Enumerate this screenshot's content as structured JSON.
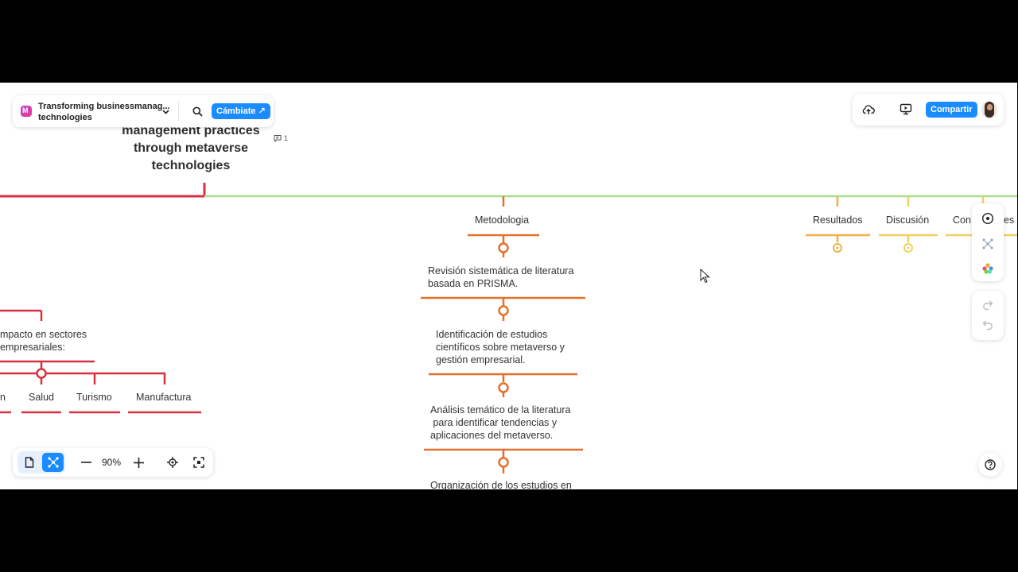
{
  "document": {
    "title_line1": "Transforming businessmanag...",
    "title_line2": "technologies",
    "upgrade_label": "Cámbiate ↗"
  },
  "header": {
    "share_label": "Compartir"
  },
  "map": {
    "root_title_line1": "management practices",
    "root_title_line2": "through metaverse",
    "root_title_line3": "technologies",
    "comment_count": "1",
    "branches": {
      "metodologia": "Metodologia",
      "resultados": "Resultados",
      "discusion": "Discusión",
      "conclusiones_start": "Con",
      "conclusiones_end": "es"
    },
    "metodologia_steps": [
      {
        "line1": "Revisión sistemática de literatura",
        "line2": "basada en PRISMA."
      },
      {
        "line1": "Identificación de estudios",
        "line2": "científicos sobre metaverso y",
        "line3": "gestión empresarial."
      },
      {
        "line1": "Análisis temático de la literatura",
        "line2": " para identificar tendencias y",
        "line3": "aplicaciones del metaverso."
      },
      {
        "line1": "Organización de los estudios en"
      }
    ],
    "impacto": {
      "line1": "mpacto en sectores",
      "line2": "empresariales:",
      "sectors": [
        "n",
        "Salud",
        "Turismo",
        "Manufactura"
      ]
    }
  },
  "zoom": {
    "level": "90%"
  },
  "colors": {
    "red": "#d9303e",
    "orange": "#e3702a",
    "amber": "#f0b046",
    "yellow": "#f0d060",
    "green": "#a9dd8f",
    "accent": "#1a8cff"
  }
}
